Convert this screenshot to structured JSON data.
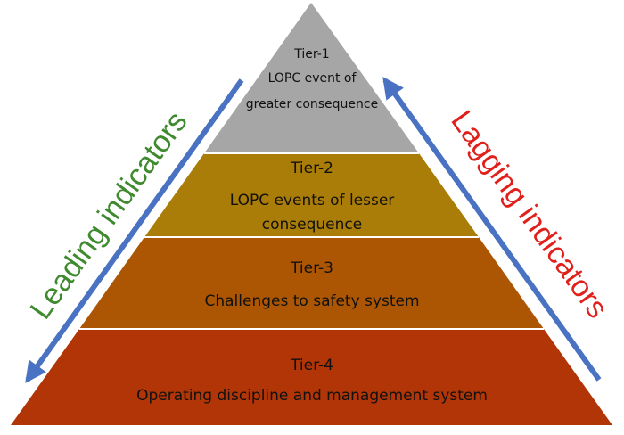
{
  "tiers": [
    {
      "title": "Tier-1",
      "line1": "LOPC event of",
      "line2": "greater consequence",
      "color": "#a6a6a6"
    },
    {
      "title": "Tier-2",
      "line1": "LOPC events of lesser",
      "line2": "consequence",
      "color": "#aa7d08"
    },
    {
      "title": "Tier-3",
      "line1": "Challenges to safety system",
      "color": "#ac5604"
    },
    {
      "title": "Tier-4",
      "line1": "Operating discipline and management system",
      "color": "#b13506"
    }
  ],
  "left_label": {
    "text": "Leading indicators",
    "color": "#3f8a2e"
  },
  "right_label": {
    "text": "Lagging indicators",
    "color": "#e0201b"
  },
  "arrow_color": "#4a72c2"
}
